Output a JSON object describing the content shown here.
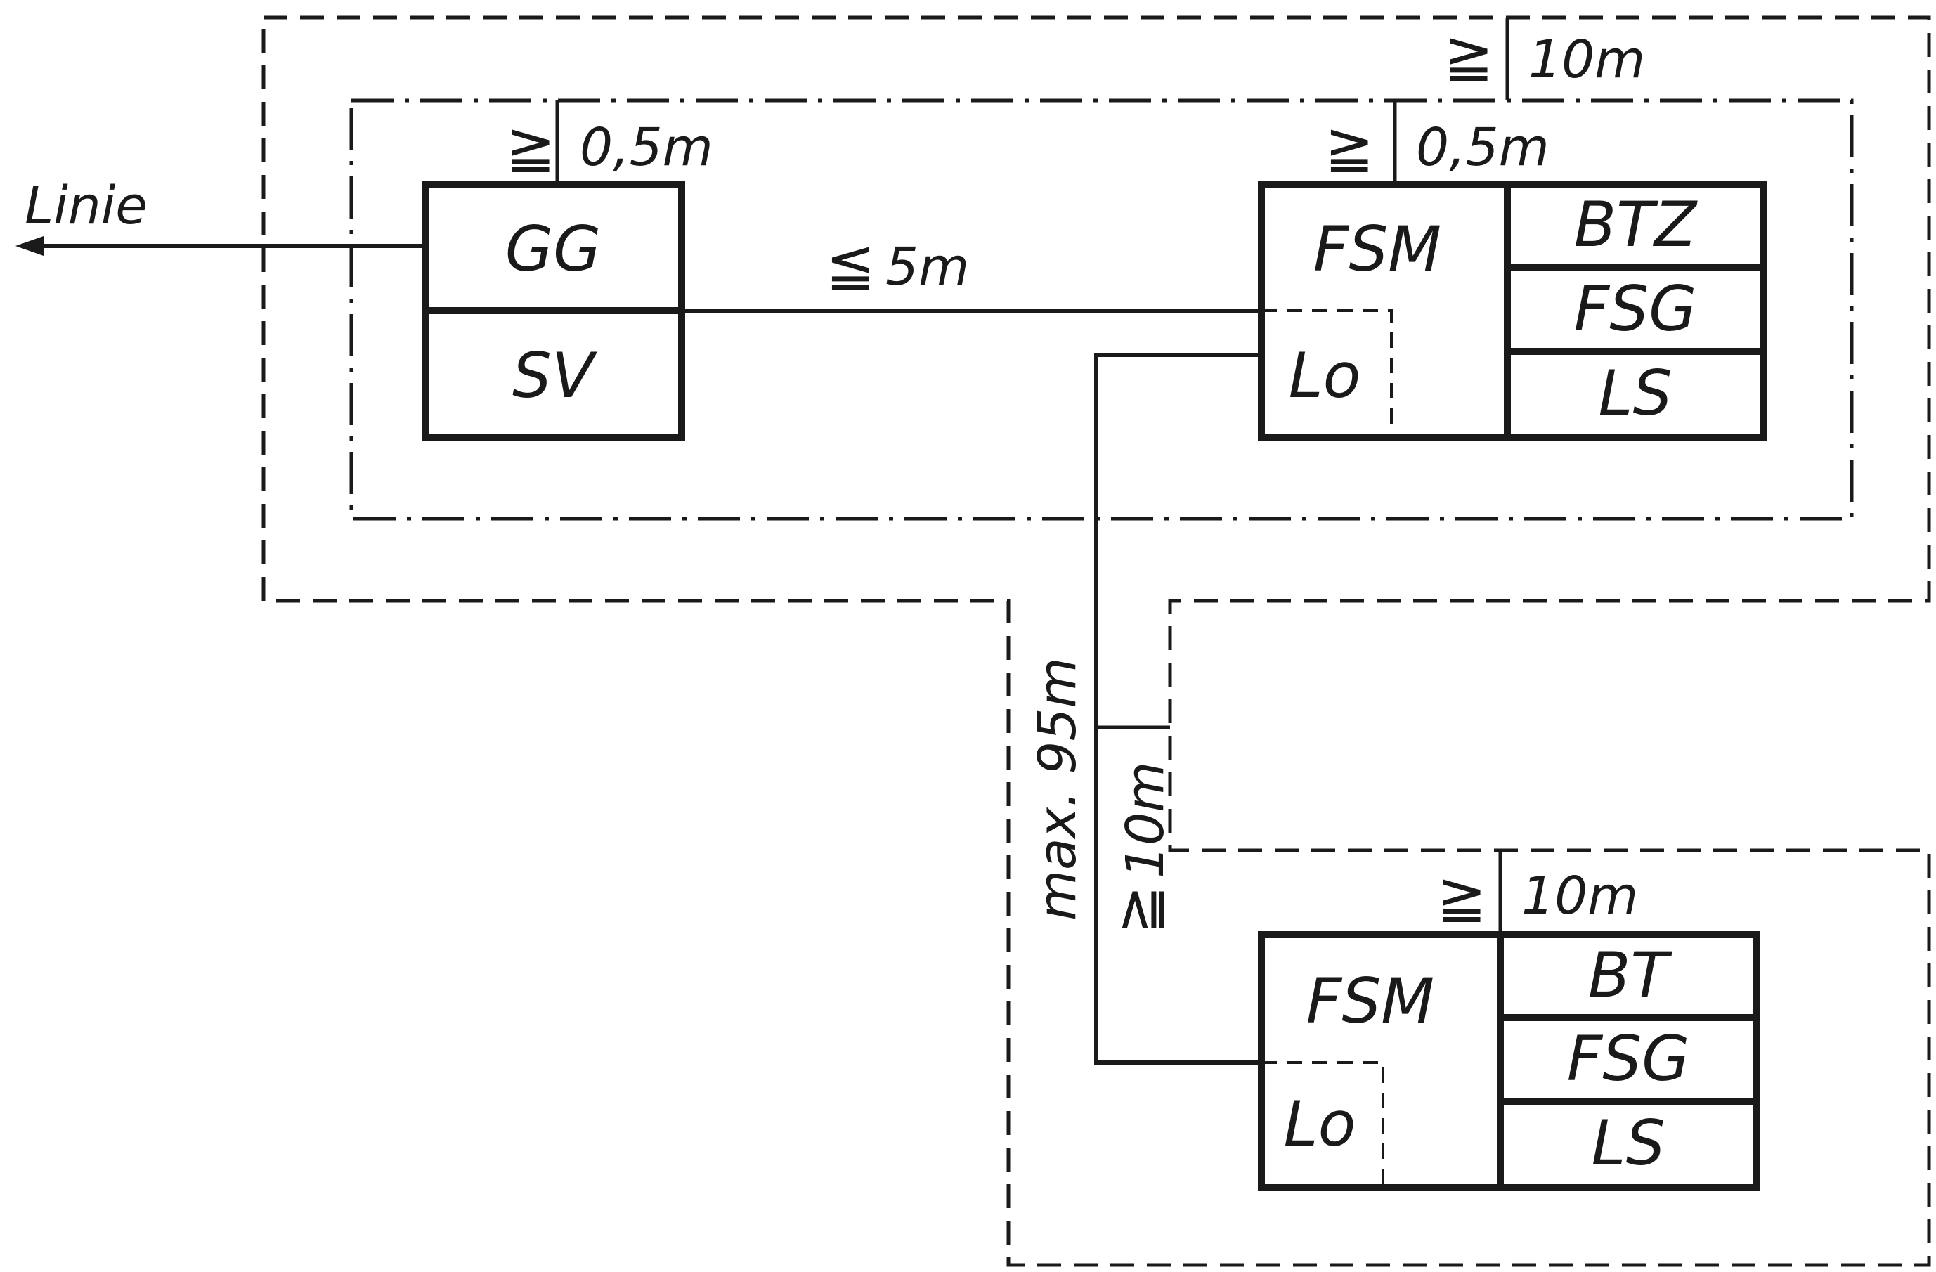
{
  "input_label": "Linie",
  "gg_label": "GG",
  "sv_label": "SV",
  "fsm1": {
    "main": "FSM",
    "sub": "Lo",
    "slots": [
      "BTZ",
      "FSG",
      "LS"
    ]
  },
  "fsm2": {
    "main": "FSM",
    "sub": "Lo",
    "slots": [
      "BT",
      "FSG",
      "LS"
    ]
  },
  "dims": {
    "gg_clearance": {
      "sym": "≧",
      "value": "0,5m"
    },
    "fsm_clearance": {
      "sym": "≧",
      "value": "0,5m"
    },
    "outer_top": {
      "sym": "≧",
      "value": "10m"
    },
    "gg_fsm_dist": {
      "sym": "≦",
      "value": "5m"
    },
    "max_length": "max. 95m",
    "between_zones": {
      "sym": "≧",
      "value": "10m"
    },
    "lower_top": {
      "sym": "≧",
      "value": "10m"
    }
  }
}
